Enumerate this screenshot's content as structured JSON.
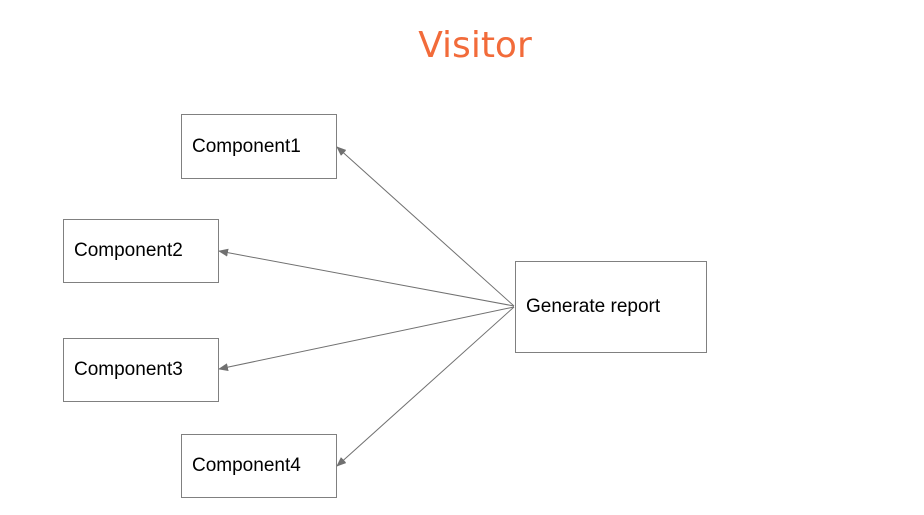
{
  "title": "Visitor",
  "colors": {
    "title": "#f26b3a",
    "edge": "#707070",
    "node_border": "#808080",
    "text": "#000000"
  },
  "nodes": [
    {
      "id": "c1",
      "label": "Component1"
    },
    {
      "id": "c2",
      "label": "Component2"
    },
    {
      "id": "c3",
      "label": "Component3"
    },
    {
      "id": "c4",
      "label": "Component4"
    },
    {
      "id": "gen",
      "label": "Generate report"
    }
  ],
  "edges": [
    {
      "from": "gen",
      "to": "c1"
    },
    {
      "from": "gen",
      "to": "c2"
    },
    {
      "from": "gen",
      "to": "c3"
    },
    {
      "from": "gen",
      "to": "c4"
    }
  ]
}
